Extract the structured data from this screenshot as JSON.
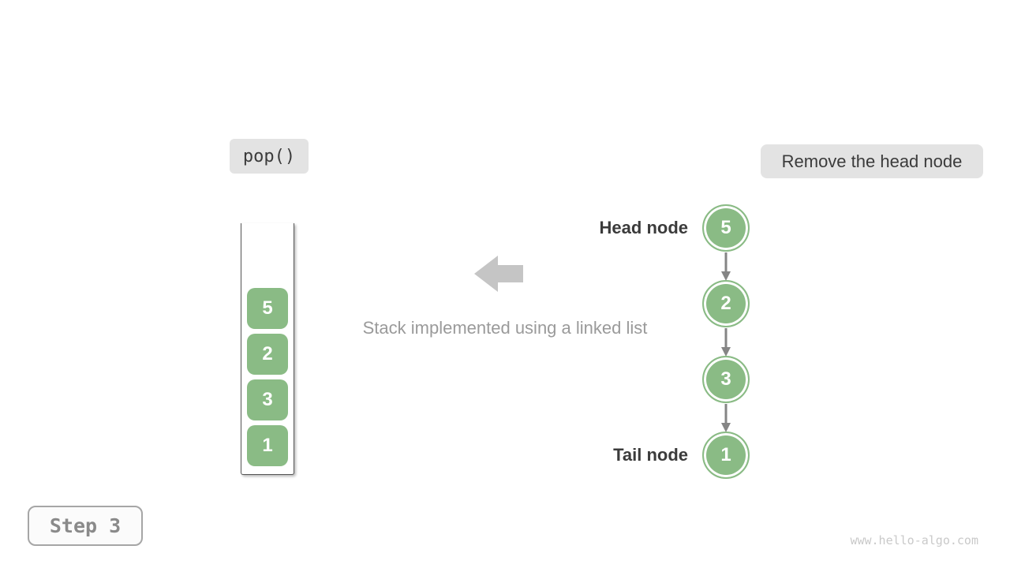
{
  "operation_label": {
    "text": "pop()"
  },
  "description_label": {
    "text": "Remove the head node"
  },
  "stack": {
    "items": [
      "5",
      "2",
      "3",
      "1"
    ]
  },
  "caption": {
    "text": "Stack implemented using a linked list"
  },
  "linked_list": {
    "head_label": "Head node",
    "tail_label": "Tail node",
    "nodes": [
      "5",
      "2",
      "3",
      "1"
    ]
  },
  "step_indicator": {
    "text": "Step 3"
  },
  "watermark": {
    "text": "www.hello-algo.com"
  },
  "colors": {
    "node_green": "#8ABB85",
    "label_bg": "#E3E3E3",
    "dark_text": "#3B3B3B",
    "caption_gray": "#9A9A9A",
    "big_arrow_gray": "#C5C5C5",
    "connector_gray": "#858585",
    "container_border": "#555555",
    "step_border": "#A6A6A6",
    "step_text": "#8A8A8A",
    "watermark_gray": "#C9C9C9"
  }
}
